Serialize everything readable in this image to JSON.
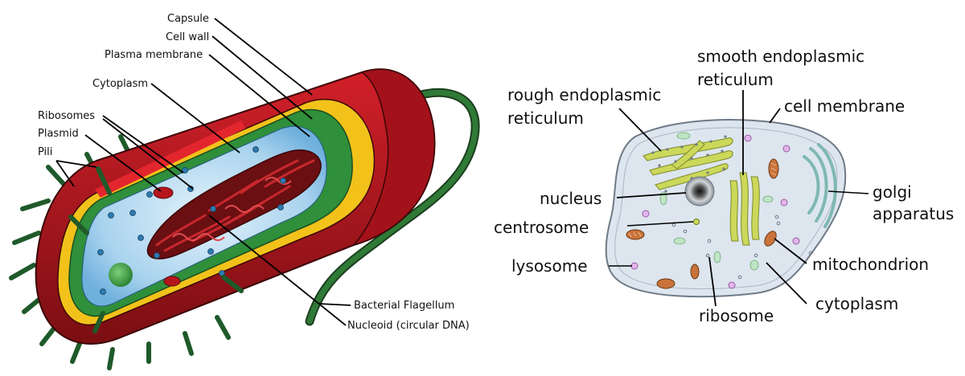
{
  "prokaryote": {
    "labels": {
      "capsule": "Capsule",
      "cell_wall": "Cell wall",
      "plasma_membrane": "Plasma membrane",
      "cytoplasm": "Cytoplasm",
      "ribosomes": "Ribosomes",
      "plasmid": "Plasmid",
      "pili": "Pili",
      "flagellum": "Bacterial Flagellum",
      "nucleoid": "Nucleoid (circular DNA)"
    }
  },
  "eukaryote": {
    "labels": {
      "smooth_er_1": "smooth endoplasmic",
      "smooth_er_2": "reticulum",
      "rough_er_1": "rough endoplasmic",
      "rough_er_2": "reticulum",
      "cell_membrane": "cell membrane",
      "nucleus": "nucleus",
      "golgi_1": "golgi",
      "golgi_2": "apparatus",
      "centrosome": "centrosome",
      "lysosome": "lysosome",
      "mitochondrion": "mitochondrion",
      "cytoplasm": "cytoplasm",
      "ribosome": "ribosome"
    }
  },
  "colors": {
    "capsule": "#c8161d",
    "cell_wall": "#f2c21b",
    "membrane": "#2f8f3a",
    "cytoplasm": "#a9d3ee",
    "nucleoid": "#8b1a1a",
    "flagellum": "#1f5a2a",
    "euk_cytoplasm": "#dde6ef",
    "er": "#c9d85a",
    "mito": "#c9733a",
    "lysosome": "#d9a8e0",
    "golgi": "#cfe9e6"
  }
}
